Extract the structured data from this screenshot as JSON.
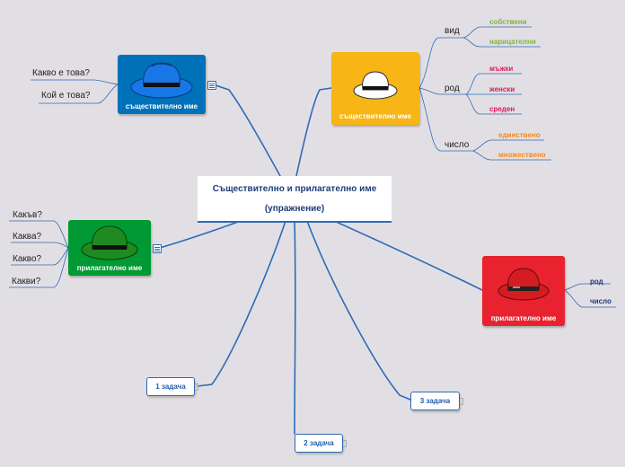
{
  "central": {
    "line1": "Съществително и прилагателно име",
    "line2": "(упражнение)"
  },
  "nodes": {
    "noun_blue": {
      "caption": "съществително име",
      "color": "#0072b9",
      "hat_color": "#1877e6"
    },
    "noun_yellow": {
      "caption": "съществително име",
      "color": "#f7b516",
      "hat_color": "#ffffff"
    },
    "adj_green": {
      "caption": "прилагателно име",
      "color": "#009933",
      "hat_color": "#1f8a1f"
    },
    "adj_red": {
      "caption": "прилагателно име",
      "color": "#e8232f",
      "hat_color": "#d51c22"
    }
  },
  "noun_questions": [
    "Какво е това?",
    "Кой е това?"
  ],
  "adj_questions": [
    "Какъв?",
    "Каква?",
    "Какво?",
    "Какви?"
  ],
  "noun_props": {
    "vid": {
      "label": "вид",
      "items": [
        "собствени",
        "нарицателни"
      ],
      "color": "#7fb43a"
    },
    "rod": {
      "label": "род",
      "items": [
        "мъжки",
        "женски",
        "среден"
      ],
      "color": "#e0195b"
    },
    "chislo": {
      "label": "число",
      "items": [
        "единствено",
        "множествено"
      ],
      "color": "#f28a1e"
    }
  },
  "adj_props": {
    "items": [
      "род",
      "число"
    ],
    "color": "#1f3b78"
  },
  "tasks": [
    "1 задача",
    "2 задача",
    "3 задача"
  ],
  "line_color": "#2e6bb5"
}
